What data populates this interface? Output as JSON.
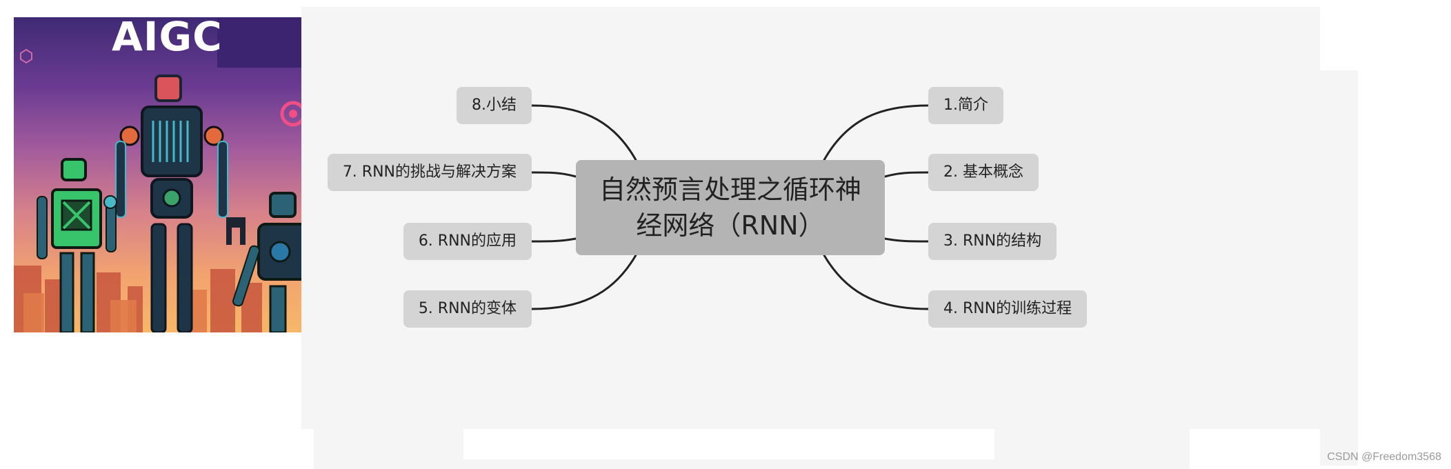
{
  "illustration": {
    "logo_text": "AIGC"
  },
  "mindmap": {
    "center": "自然预言处理之循环神经网络（RNN）",
    "right_branches": [
      "1.简介",
      "2. 基本概念",
      "3. RNN的结构",
      "4. RNN的训练过程"
    ],
    "left_branches": [
      "8.小结",
      "7. RNN的挑战与解决方案",
      "6. RNN的应用",
      "5. RNN的变体"
    ],
    "colors": {
      "canvas": "#f5f5f5",
      "node": "#d4d4d4",
      "center_node": "#b4b4b4",
      "link": "#222222"
    }
  },
  "watermark": "CSDN @Freedom3568"
}
